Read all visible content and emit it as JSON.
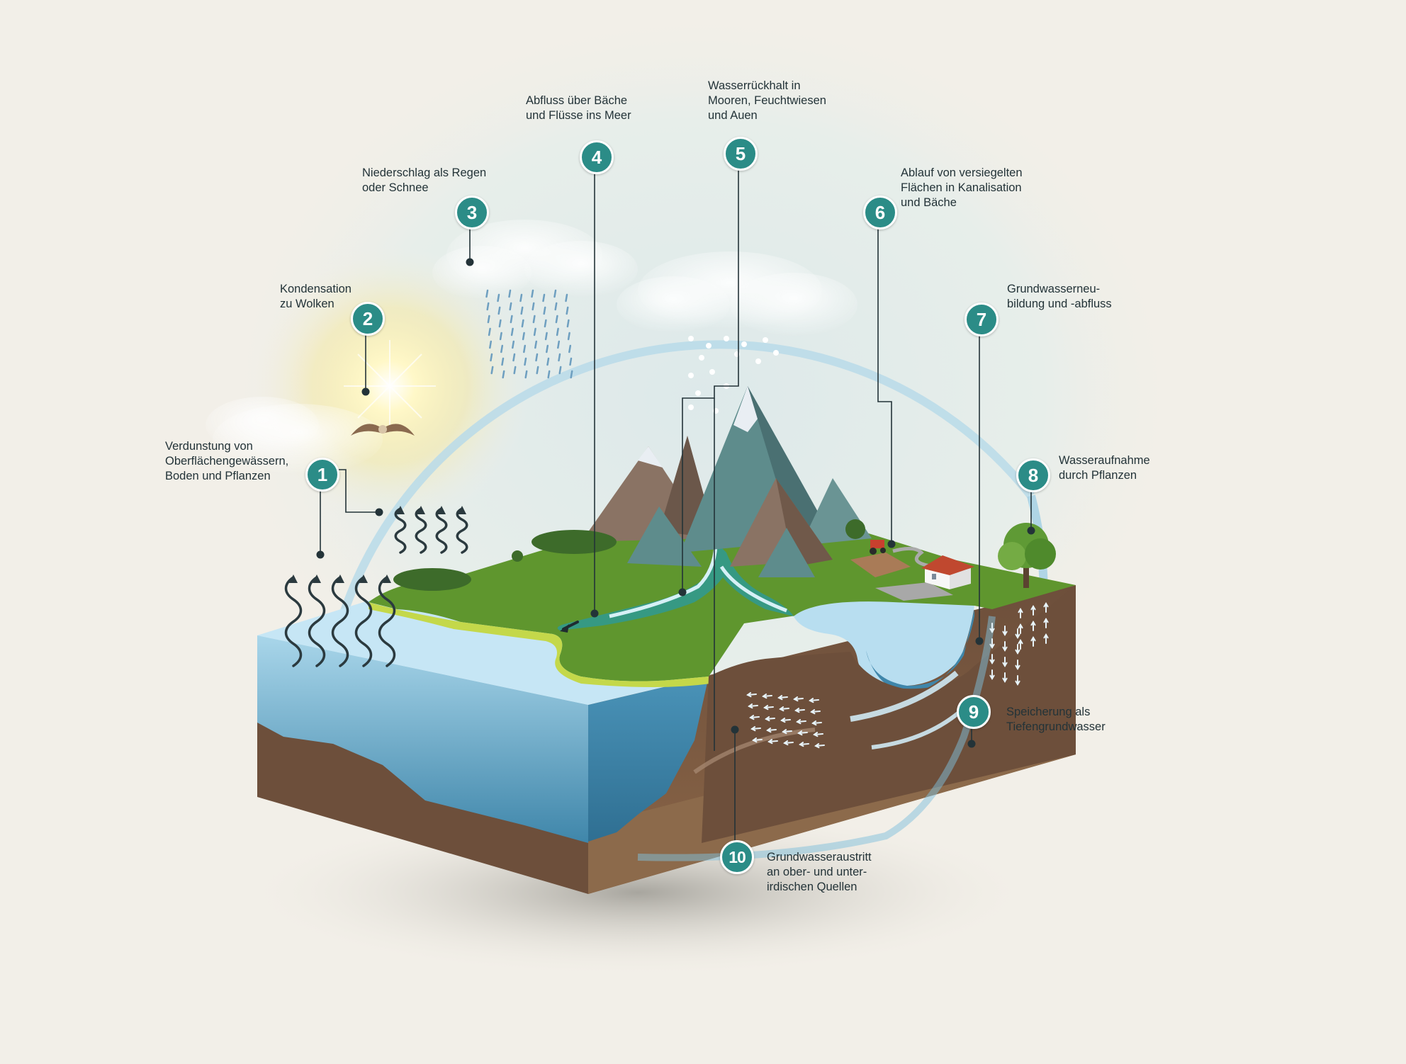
{
  "steps": [
    {
      "number": "1",
      "lines": [
        "Verdunstung von",
        "Oberflächengewässern,",
        "Boden und Pflanzen"
      ]
    },
    {
      "number": "2",
      "lines": [
        "Kondensation",
        "zu Wolken"
      ]
    },
    {
      "number": "3",
      "lines": [
        "Niederschlag als Regen",
        "oder Schnee"
      ]
    },
    {
      "number": "4",
      "lines": [
        "Abfluss über Bäche",
        "und Flüsse ins Meer"
      ]
    },
    {
      "number": "5",
      "lines": [
        "Wasserrückhalt in",
        "Mooren, Feuchtwiesen",
        "und Auen"
      ]
    },
    {
      "number": "6",
      "lines": [
        "Ablauf von versiegelten",
        "Flächen in Kanalisation",
        "und Bäche"
      ]
    },
    {
      "number": "7",
      "lines": [
        "Grundwasserneu-",
        "bildung und -abfluss"
      ]
    },
    {
      "number": "8",
      "lines": [
        "Wasseraufnahme",
        "durch Pflanzen"
      ]
    },
    {
      "number": "9",
      "lines": [
        "Speicherung als",
        "Tiefengrundwasser"
      ]
    },
    {
      "number": "10",
      "lines": [
        "Grundwasseraustritt",
        "an ober- und unter-",
        "irdischen Quellen"
      ]
    }
  ],
  "colors": {
    "badge": "#2b8c87",
    "ring": "#b9dbe9",
    "water_surface": "#c6e6f5",
    "water_deep": "#3f86aa",
    "grass": "#5f962e",
    "grass_edge": "#c4d84a",
    "soil": "#7b5a44",
    "mountain_rock": "#5e8c8c",
    "mountain_brown": "#8a7364",
    "sun": "#fff6c9",
    "leader_line": "#233338"
  },
  "icons": [
    "sun-icon",
    "bird-icon",
    "cloud-icon",
    "rain-icon",
    "snow-icon",
    "evaporation-arrow-icon",
    "tractor-icon",
    "house-icon",
    "tree-icon",
    "groundwater-arrow-icon"
  ]
}
